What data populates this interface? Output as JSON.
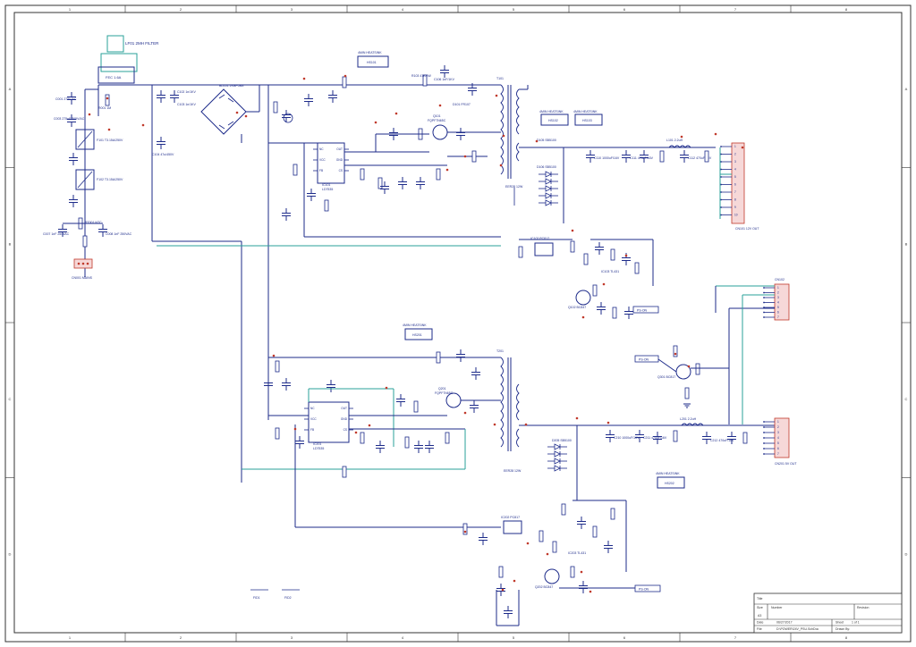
{
  "frame": {
    "top_markers": [
      "1",
      "2",
      "3",
      "4",
      "5",
      "6",
      "7",
      "8"
    ],
    "side_markers": [
      "A",
      "B",
      "C",
      "D"
    ]
  },
  "input_section": {
    "line_filter": "LF01 2MH FILTER",
    "choke": "FEC 1.6A",
    "c_x1": "C001 275V/AC",
    "r_discharge": "R001 1M",
    "c_x2": "C003 275uF/305V/AC",
    "fuse1": "F101 T3.15A/250V",
    "fuse2": "F102 T3.15A/250V",
    "thermistor": "RT001 NTC",
    "c_y1": "C007 1nF 250VAC",
    "c_y2": "C008 1nF 250VAC",
    "connector": "CN001 MAINS"
  },
  "bridge": {
    "label": "BD101 2KBP08M",
    "c_bulk": "C101 68uF/400V",
    "c_small1": "C102 1n/1KV",
    "c_small2": "C103 1n/1KV",
    "c_filter": "C104 47u/450V"
  },
  "upper_converter": {
    "heatsink": "4MIN HEATSINK",
    "heatsink_ref": "HS101",
    "controller": "IC101",
    "controller_part": "LD7535",
    "mosfet": "Q101",
    "mosfet_part": "FQPF7N65C",
    "transformer": "T101",
    "transformer_note": "EER28 12W",
    "snubber_r": "R103 47K/2W",
    "snubber_c": "C106 1nF/1KV",
    "snubber_d": "D101 FR107",
    "pins": [
      "NC",
      "VCC",
      "FB",
      "OUT",
      "GND",
      "CS"
    ],
    "optocoupler": "IC102 PC817",
    "shunt_ref": "IC103 TL431",
    "transistor": "Q102 BC847",
    "signal": "PS-ON"
  },
  "upper_output": {
    "heatsink_a": "4MIN HEATSINK",
    "heatsink_a_ref": "HS102",
    "heatsink_b": "4MIN HEATSINK",
    "heatsink_b_ref": "HS103",
    "rectifier": "D105 SB5100",
    "rectifier2": "D106 SB5100",
    "c_out1": "C110 1000uF/16V",
    "c_out2": "C111 470uF/16V",
    "inductor": "L101 2.2uH",
    "c_out3": "C112 470uF/16V",
    "connector": "CN101 12V OUT",
    "out_pins": [
      "1",
      "2",
      "3",
      "4",
      "5",
      "6",
      "7",
      "8",
      "9",
      "10"
    ]
  },
  "lower_converter": {
    "heatsink": "4MIN HEATSINK",
    "heatsink_ref": "HS201",
    "controller": "IC201",
    "controller_part": "LD7535",
    "mosfet": "Q201",
    "mosfet_part": "FQPF7N65C",
    "transformer": "T201",
    "transformer_note": "EER28 12W",
    "optocoupler": "IC202 PC817",
    "shunt_ref": "IC203 TL431",
    "transistor": "Q202 BC847",
    "signal": "PS-ON"
  },
  "lower_output": {
    "heatsink": "4MIN HEATSINK",
    "heatsink_ref": "HS202",
    "rectifier": "D205 SB5100",
    "c_out1": "C210 1000uF/16V",
    "c_out2": "C211 470uF/16V",
    "inductor": "L201 2.2uH",
    "c_out3": "C212 470uF/16V",
    "connector": "CN201 5V OUT",
    "out_pins": [
      "1",
      "2",
      "3",
      "4",
      "5",
      "6",
      "7"
    ]
  },
  "middle_connector": {
    "ref": "CN102",
    "pins": [
      "1",
      "2",
      "3",
      "4",
      "5",
      "6",
      "7"
    ]
  },
  "standby": {
    "transistor": "Q301 BC817",
    "signal": "PS-ON"
  },
  "misc": {
    "fiducial_1": "FID1",
    "fiducial_2": "FID2"
  },
  "title_block": {
    "title_label": "Title",
    "size_label": "Size",
    "size_value": "A3",
    "number_label": "Number",
    "revision_label": "Revision",
    "date_label": "Date",
    "date_value": "06/27/2017",
    "file_label": "File",
    "file_value": "D:\\POWER\\24V_PSU.SchDoc",
    "sheet_label": "Sheet",
    "sheet_value": "1 of 1",
    "drawn_label": "Drawn By:"
  },
  "colors": {
    "wire": "#1d2b8a",
    "wire_alt": "#2aa198",
    "component": "#1d2b8a",
    "label": "#1d2b8a",
    "dot": "#c0392b",
    "frame": "#333333",
    "connector_fill": "#f6d8d8"
  }
}
